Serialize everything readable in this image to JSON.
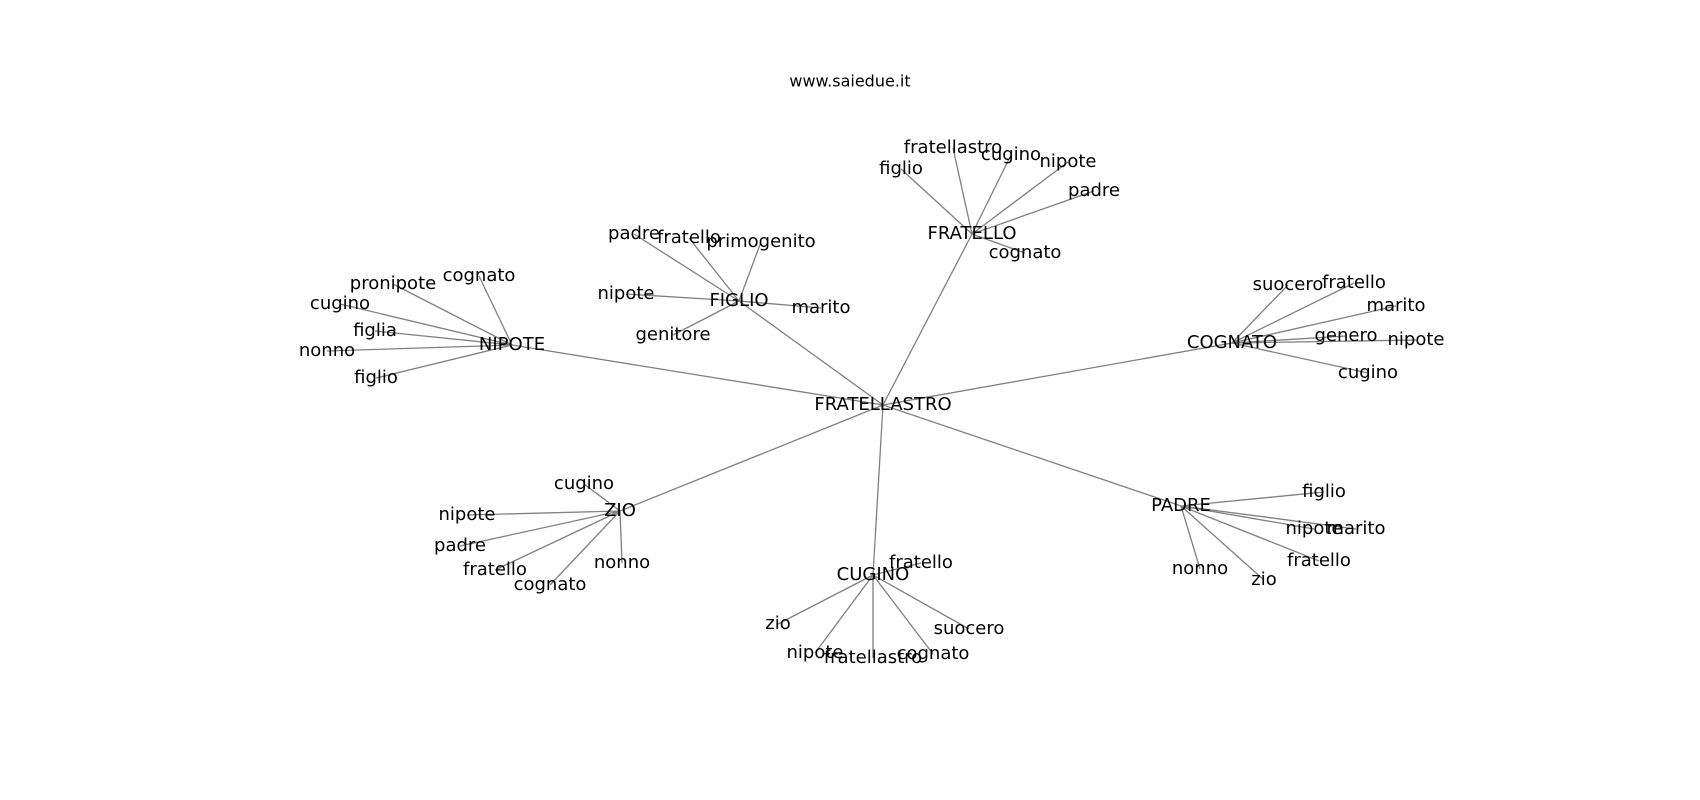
{
  "header": {
    "site": "www.saiedue.it"
  },
  "graph": {
    "center": "FRATELLASTRO",
    "branches": [
      {
        "hub": "FRATELLO",
        "leaves": [
          "fratellastro",
          "cugino",
          "nipote",
          "figlio",
          "padre",
          "cognato"
        ]
      },
      {
        "hub": "FIGLIO",
        "leaves": [
          "padre",
          "fratello",
          "primogenito",
          "nipote",
          "marito",
          "genitore"
        ]
      },
      {
        "hub": "NIPOTE",
        "leaves": [
          "cognato",
          "pronipote",
          "cugino",
          "figlia",
          "nonno",
          "figlio"
        ]
      },
      {
        "hub": "COGNATO",
        "leaves": [
          "suocero",
          "fratello",
          "marito",
          "genero",
          "nipote",
          "cugino"
        ]
      },
      {
        "hub": "ZIO",
        "leaves": [
          "cugino",
          "nipote",
          "padre",
          "fratello",
          "cognato",
          "nonno"
        ]
      },
      {
        "hub": "CUGINO",
        "leaves": [
          "fratello",
          "zio",
          "suocero",
          "nipote",
          "fratellastro",
          "cognato"
        ]
      },
      {
        "hub": "PADRE",
        "leaves": [
          "figlio",
          "nipote",
          "marito",
          "fratello",
          "nonno",
          "zio"
        ]
      }
    ]
  }
}
